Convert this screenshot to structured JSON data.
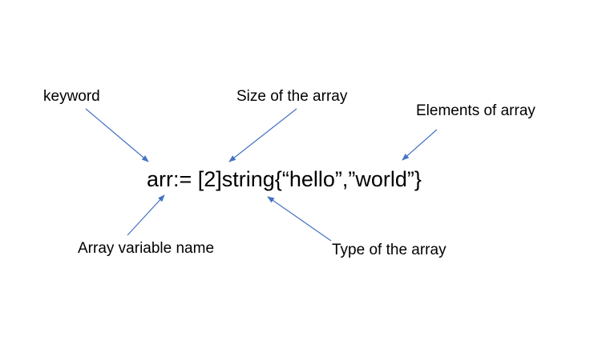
{
  "labels": {
    "keyword": "keyword",
    "size": "Size of the array",
    "elements": "Elements of array",
    "variable_name": "Array variable name",
    "type": "Type of the array"
  },
  "code_line": "arr:= [2]string{“hello”,”world”}",
  "colors": {
    "arrow": "#4472c4",
    "text": "#000000",
    "background": "#ffffff"
  }
}
